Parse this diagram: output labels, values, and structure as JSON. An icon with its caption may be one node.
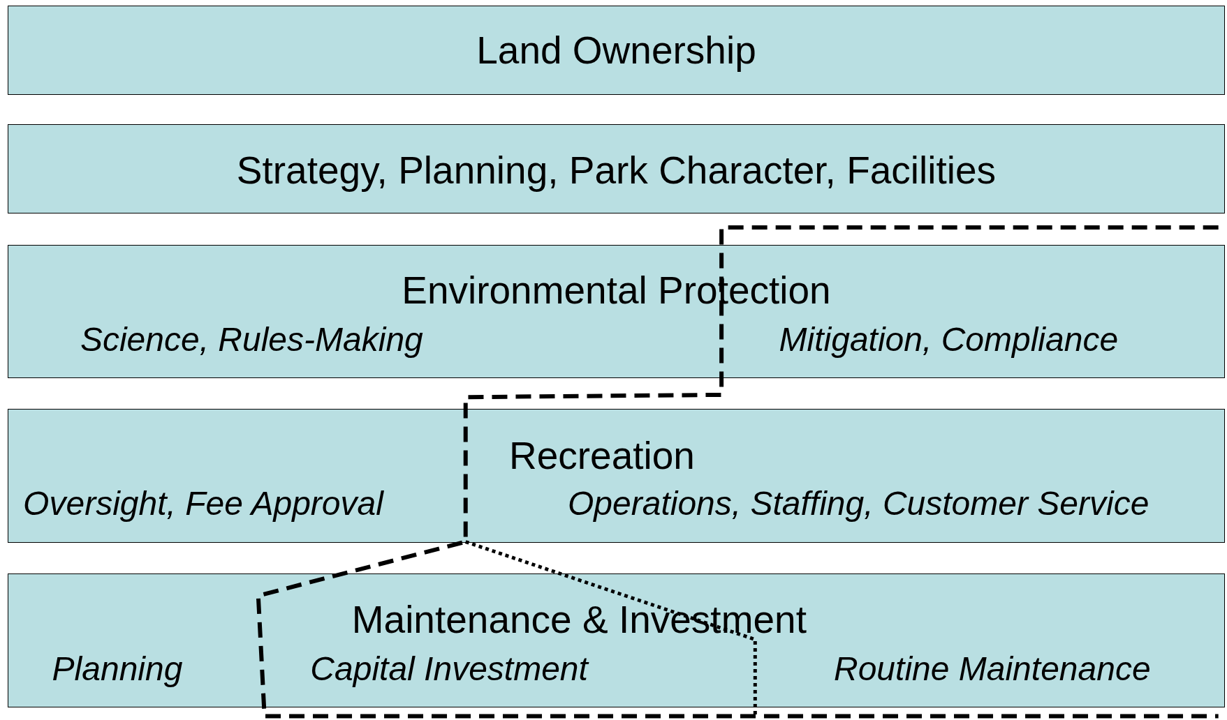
{
  "diagram": {
    "nodes": [
      {
        "text": [
          "Land Ownership"
        ]
      },
      {
        "text": [
          "Strategy, Planning, Park Character, Facilities"
        ]
      },
      {
        "text": [
          "Environmental Protection",
          "Science, Rules-Making",
          "Mitigation, Compliance"
        ]
      },
      {
        "text": [
          "Recreation",
          "Oversight, Fee Approval",
          "Operations, Staffing, Customer Service"
        ]
      },
      {
        "text": [
          "Maintenance & Investment",
          "Planning",
          "Capital Investment",
          "Routine Maintenance"
        ]
      }
    ]
  }
}
